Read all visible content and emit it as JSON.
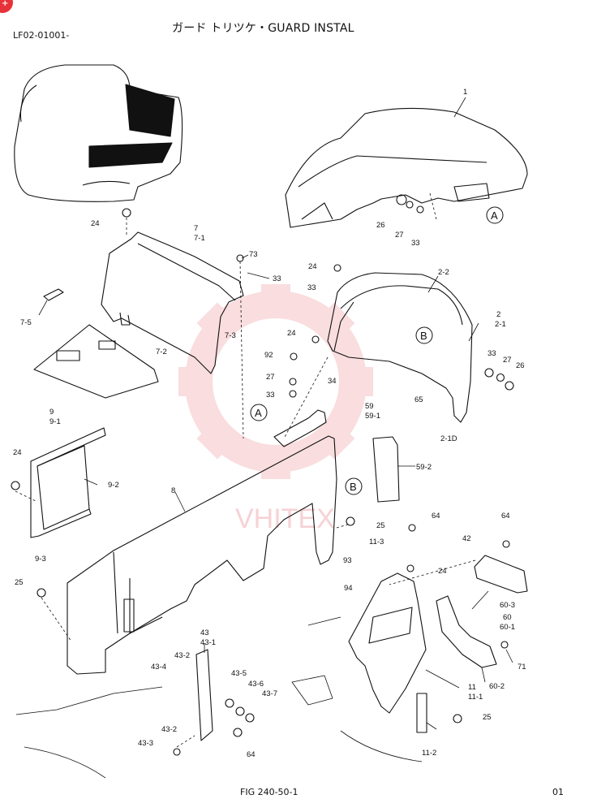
{
  "header": {
    "title": "ガード トリツケ・GUARD INSTAL",
    "doc_id": "LF02-01001-",
    "corner_mark": "+"
  },
  "footer": {
    "figure": "FIG 240-50-1",
    "page": "01"
  },
  "watermark": {
    "text": "VHITEX",
    "color": "#f0a0a6"
  },
  "callouts": {
    "a": "A",
    "b": "B"
  },
  "labels": {
    "p1": "1",
    "p26a": "26",
    "p27a": "27",
    "p33a": "33",
    "p24a": "24",
    "p7": "7",
    "p7_1": "7-1",
    "p73": "73",
    "p33b": "33",
    "p7_5": "7-5",
    "p7_2": "7-2",
    "p7_3": "7-3",
    "p24b": "24",
    "p33c": "33",
    "p2_2": "2-2",
    "p2": "2",
    "p2_1": "2-1",
    "p24c": "24",
    "p92": "92",
    "p27b": "27",
    "p33d": "33",
    "p34": "34",
    "p33e": "33",
    "p27c": "27",
    "p26b": "26",
    "p65": "65",
    "p2_1D": "2-1D",
    "p9": "9",
    "p9_1": "9-1",
    "p24d": "24",
    "p9_2": "9-2",
    "p9_3": "9-3",
    "p59": "59",
    "p59_1": "59-1",
    "p59_2": "59-2",
    "p8": "8",
    "p25a": "25",
    "p64a": "64",
    "p64b": "64",
    "p42": "42",
    "p11_3": "11-3",
    "p93": "93",
    "p94": "94",
    "p24e": "24",
    "p25b": "25",
    "p60_3": "60-3",
    "p60": "60",
    "p60_1": "60-1",
    "p71": "71",
    "p60_2": "60-2",
    "p43": "43",
    "p43_1": "43-1",
    "p43_2a": "43-2",
    "p43_4": "43-4",
    "p43_5": "43-5",
    "p43_6": "43-6",
    "p43_7": "43-7",
    "p11": "11",
    "p11_1": "11-1",
    "p43_2b": "43-2",
    "p43_3": "43-3",
    "p64c": "64",
    "p25c": "25",
    "p11_2": "11-2"
  }
}
